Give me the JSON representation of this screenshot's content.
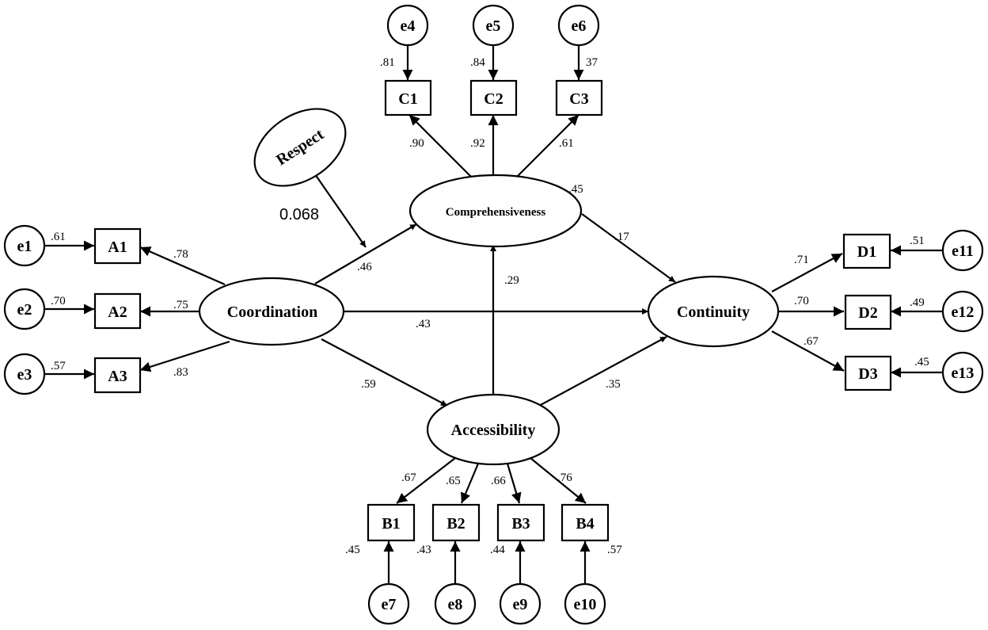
{
  "nodes": {
    "coordination": "Coordination",
    "comprehensiveness": "Comprehensiveness",
    "accessibility": "Accessibility",
    "continuity": "Continuity",
    "respect": "Respect",
    "A1": "A1",
    "A2": "A2",
    "A3": "A3",
    "B1": "B1",
    "B2": "B2",
    "B3": "B3",
    "B4": "B4",
    "C1": "C1",
    "C2": "C2",
    "C3": "C3",
    "D1": "D1",
    "D2": "D2",
    "D3": "D3",
    "e1": "e1",
    "e2": "e2",
    "e3": "e3",
    "e4": "e4",
    "e5": "e5",
    "e6": "e6",
    "e7": "e7",
    "e8": "e8",
    "e9": "e9",
    "e10": "e10",
    "e11": "e11",
    "e12": "e12",
    "e13": "e13"
  },
  "coefficients": {
    "e1_A1": ".61",
    "e2_A2": ".70",
    "e3_A3": ".57",
    "coord_A1": ".78",
    "coord_A2": ".75",
    "coord_A3": ".83",
    "e4_C1": ".81",
    "e5_C2": ".84",
    "e6_C3": "37",
    "comp_C1": ".90",
    "comp_C2": ".92",
    "comp_C3": ".61",
    "comp_r2": ".45",
    "respect_moderation": "0.068",
    "coord_comp": ".46",
    "comp_cont": ".17",
    "acc_comp": ".29",
    "coord_cont": ".43",
    "coord_acc": ".59",
    "acc_cont": ".35",
    "cont_D1": ".71",
    "cont_D2": ".70",
    "cont_D3": ".67",
    "e11_D1": ".51",
    "e12_D2": ".49",
    "e13_D3": ".45",
    "acc_B1": ".67",
    "acc_B2": ".65",
    "acc_B3": ".66",
    "acc_B4": ".76",
    "e7_B1": ".45",
    "e8_B2": ".43",
    "e9_B3": ".44",
    "e10_B4": ".57"
  }
}
